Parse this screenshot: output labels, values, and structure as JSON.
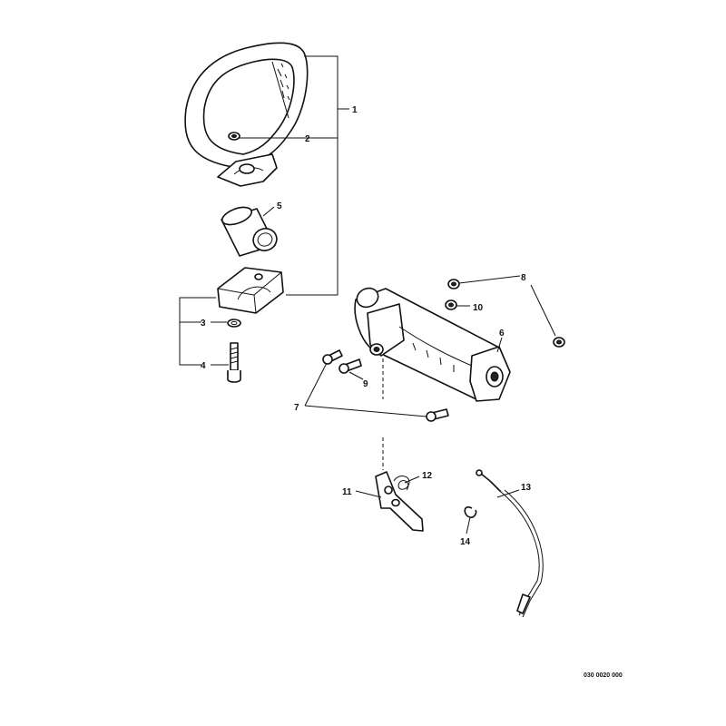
{
  "callouts": {
    "c1": "1",
    "c2": "2",
    "c3": "3",
    "c4": "4",
    "c5": "5",
    "c6": "6",
    "c7": "7",
    "c8": "8",
    "c9": "9",
    "c10": "10",
    "c11": "11",
    "c12": "12",
    "c13": "13",
    "c14": "14"
  },
  "drawing_code": "030 0020 000"
}
